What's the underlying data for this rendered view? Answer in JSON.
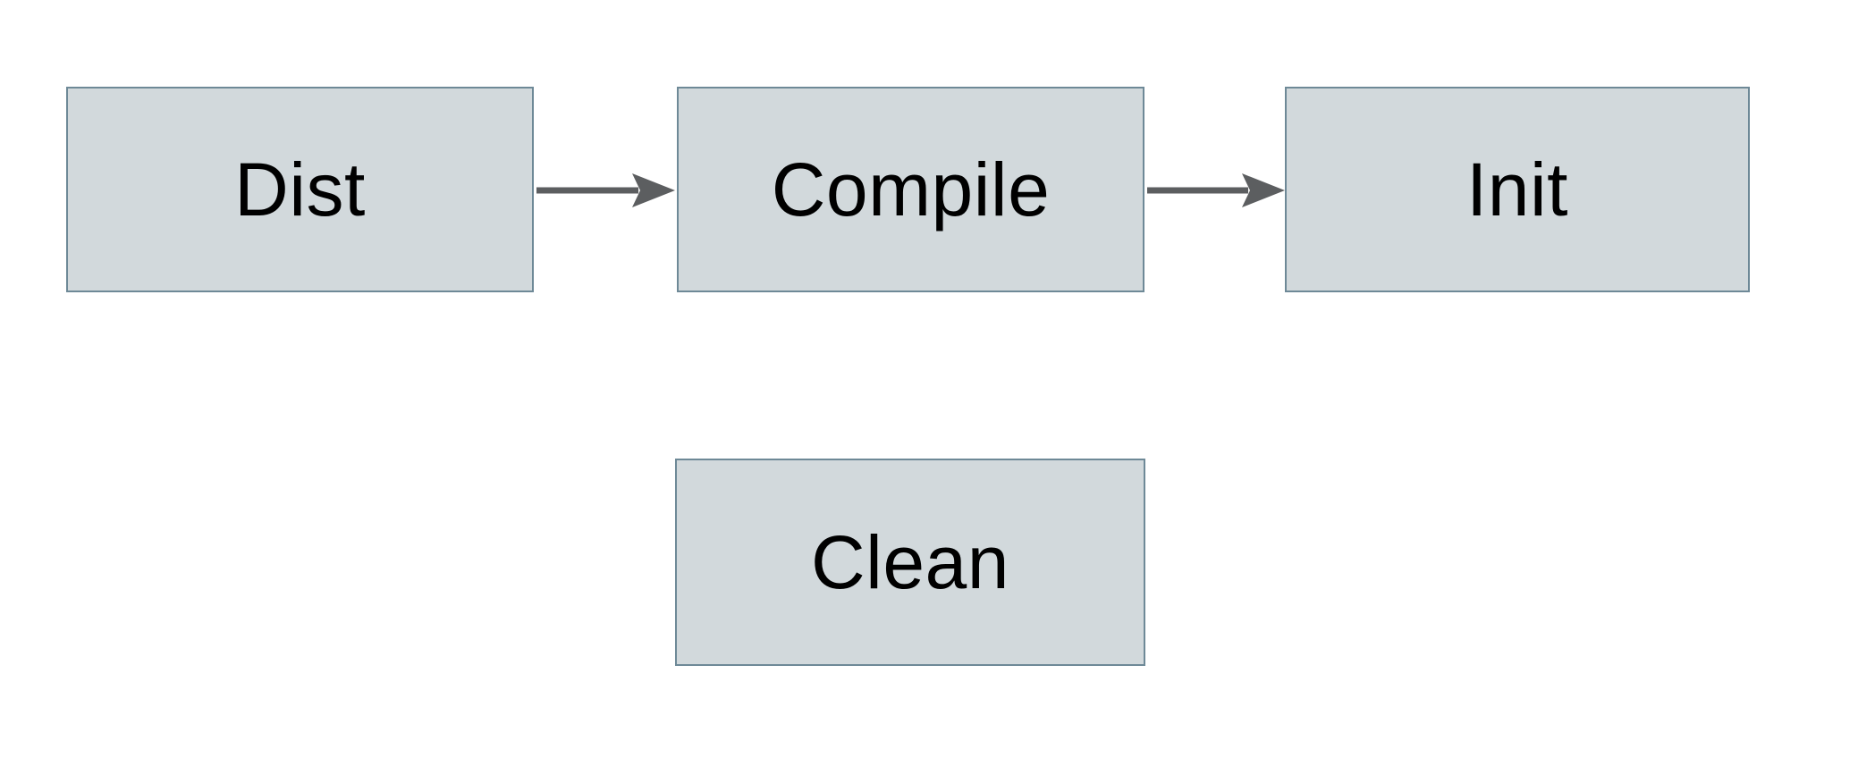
{
  "diagram": {
    "title": "build-task-flow-diagram",
    "nodes": [
      {
        "id": "dist",
        "label": "Dist"
      },
      {
        "id": "compile",
        "label": "Compile"
      },
      {
        "id": "init",
        "label": "Init"
      },
      {
        "id": "clean",
        "label": "Clean"
      }
    ],
    "edges": [
      {
        "from": "dist",
        "to": "compile",
        "direction": "right"
      },
      {
        "from": "compile",
        "to": "init",
        "direction": "right"
      }
    ],
    "colors": {
      "node_fill": "#d2d9dc",
      "node_border": "#6e8997",
      "arrow": "#5c5e60",
      "text": "#000000",
      "background": "#ffffff"
    }
  }
}
